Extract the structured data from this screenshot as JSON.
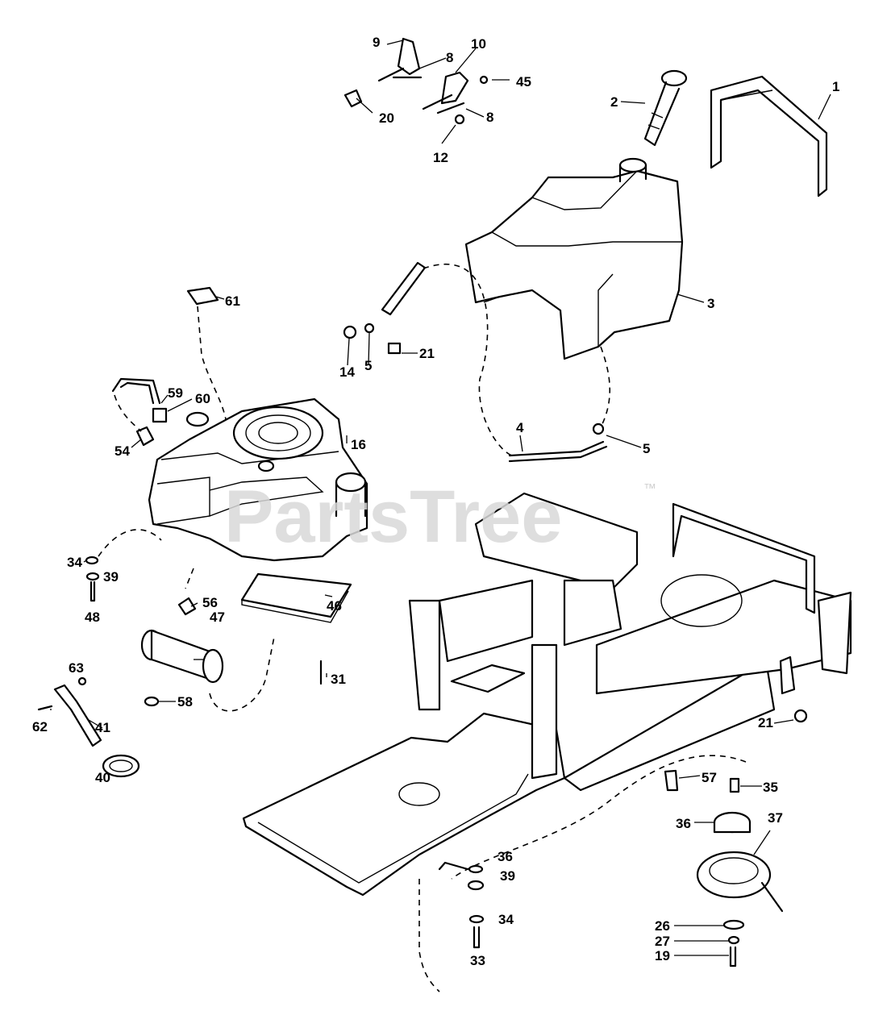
{
  "watermark": {
    "text": "PartsTree",
    "mark": "™"
  },
  "callouts": [
    "1",
    "2",
    "3",
    "4",
    "5",
    "5",
    "8",
    "8",
    "9",
    "10",
    "12",
    "14",
    "16",
    "19",
    "20",
    "21",
    "21",
    "26",
    "27",
    "31",
    "33",
    "34",
    "34",
    "35",
    "36",
    "36",
    "37",
    "39",
    "39",
    "40",
    "41",
    "45",
    "46",
    "47",
    "48",
    "54",
    "56",
    "57",
    "58",
    "59",
    "60",
    "61",
    "62",
    "63"
  ]
}
